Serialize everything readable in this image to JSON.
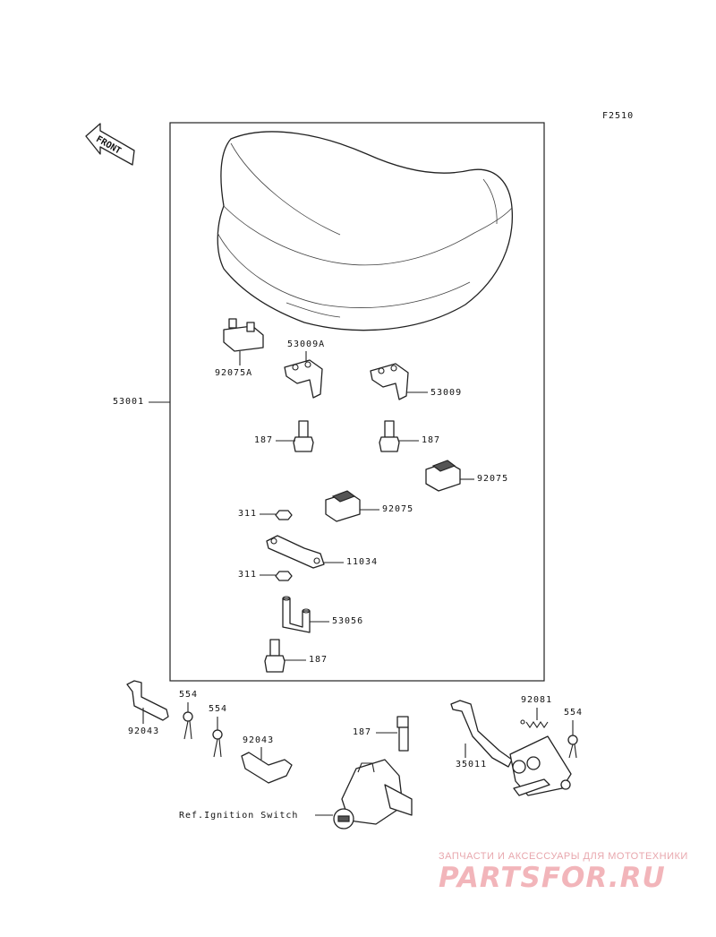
{
  "figure_code": "F2510",
  "front_label": "FRONT",
  "parts": {
    "p92075A": "92075A",
    "p53009A": "53009A",
    "p53009": "53009",
    "p53001": "53001",
    "p187_left": "187",
    "p187_right": "187",
    "p92075_right": "92075",
    "p92075_mid": "92075",
    "p311_top": "311",
    "p311_bottom": "311",
    "p11034": "11034",
    "p53056": "53056",
    "p187_bottom": "187",
    "p554_a": "554",
    "p554_b": "554",
    "p92043_a": "92043",
    "p92043_b": "92043",
    "p187_lower": "187",
    "p92081": "92081",
    "p554_c": "554",
    "p35011": "35011",
    "ref_ignition": "Ref.Ignition Switch"
  },
  "watermark": {
    "tagline": "ЗАПЧАСТИ И АКСЕССУАРЫ ДЛЯ МОТОТЕХНИКИ",
    "logo": "PARTSFOR.RU"
  }
}
